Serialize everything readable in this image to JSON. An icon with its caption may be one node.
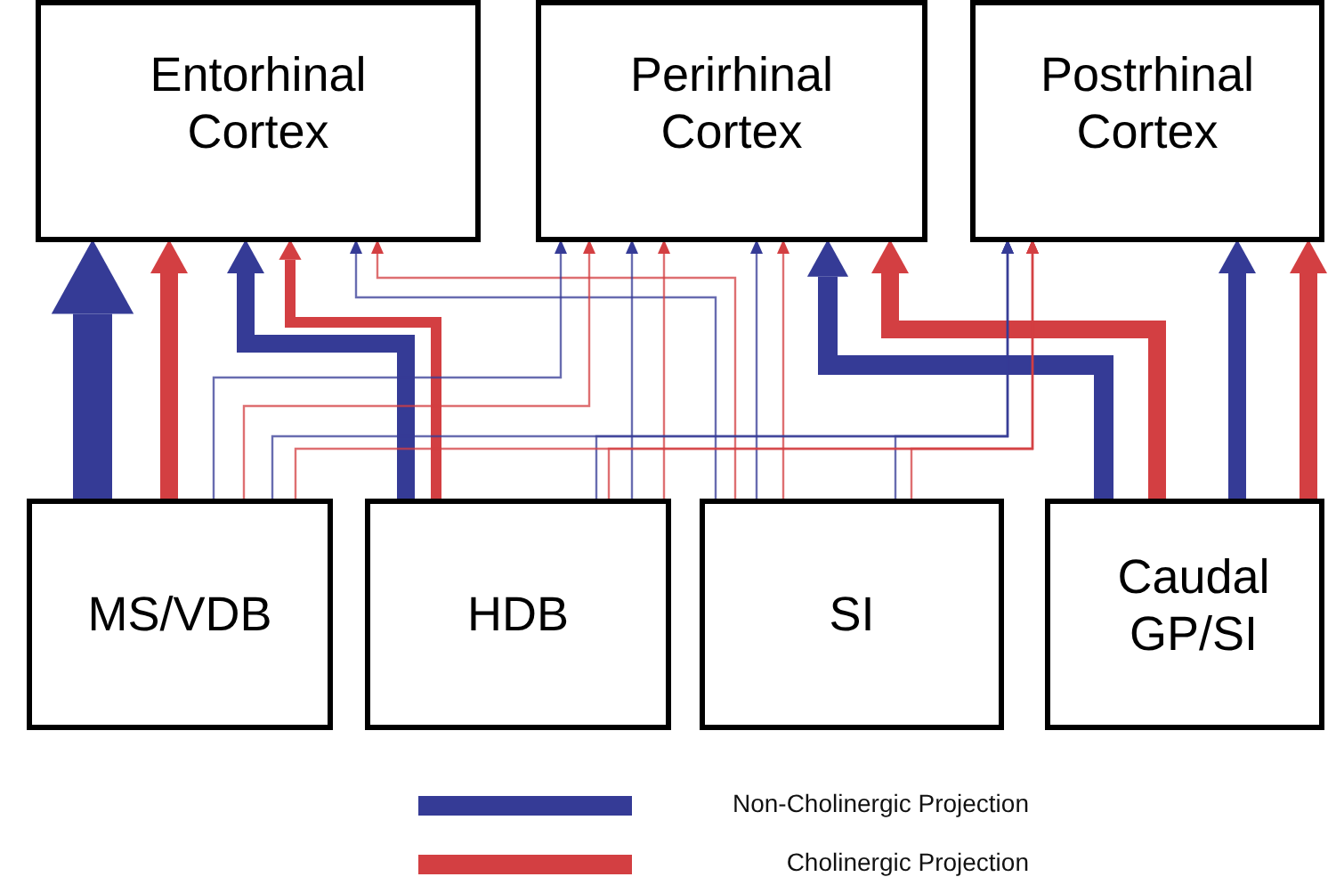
{
  "diagram": {
    "nodes": [
      {
        "text": [
          "Entorhinal Cortex"
        ]
      },
      {
        "text": [
          "Perirhinal Cortex"
        ]
      },
      {
        "text": [
          "Postrhinal Cortex"
        ]
      },
      {
        "text": [
          "MS/VDB"
        ]
      },
      {
        "text": [
          "HDB"
        ]
      },
      {
        "text": [
          "SI"
        ]
      },
      {
        "text": [
          "Caudal GP/SI"
        ]
      }
    ],
    "edges": [
      {
        "from": 3,
        "to": 0,
        "arrow": "to",
        "style": "thick",
        "color": "#353b96"
      },
      {
        "from": 3,
        "to": 0,
        "arrow": "to",
        "style": "thick",
        "color": "#d33f42"
      },
      {
        "from": 4,
        "to": 0,
        "arrow": "to",
        "style": "thick",
        "color": "#353b96"
      },
      {
        "from": 4,
        "to": 0,
        "arrow": "to",
        "style": "thick",
        "color": "#d33f42"
      },
      {
        "from": 5,
        "to": 0,
        "arrow": "to",
        "color": "#353b96"
      },
      {
        "from": 5,
        "to": 0,
        "arrow": "to",
        "color": "#d33f42"
      },
      {
        "from": 3,
        "to": 1,
        "arrow": "to",
        "color": "#353b96"
      },
      {
        "from": 3,
        "to": 1,
        "arrow": "to",
        "color": "#d33f42"
      },
      {
        "from": 4,
        "to": 1,
        "arrow": "to",
        "color": "#353b96"
      },
      {
        "from": 4,
        "to": 1,
        "arrow": "to",
        "color": "#d33f42"
      },
      {
        "from": 5,
        "to": 1,
        "arrow": "to",
        "color": "#353b96"
      },
      {
        "from": 5,
        "to": 1,
        "arrow": "to",
        "color": "#d33f42"
      },
      {
        "from": 6,
        "to": 1,
        "arrow": "to",
        "style": "thick",
        "color": "#353b96"
      },
      {
        "from": 6,
        "to": 1,
        "arrow": "to",
        "style": "thick",
        "color": "#d33f42"
      },
      {
        "from": 3,
        "to": 2,
        "arrow": "to",
        "color": "#353b96"
      },
      {
        "from": 4,
        "to": 2,
        "arrow": "to",
        "color": "#353b96"
      },
      {
        "from": 5,
        "to": 2,
        "arrow": "to",
        "color": "#353b96"
      },
      {
        "from": 3,
        "to": 2,
        "arrow": "to",
        "color": "#d33f42"
      },
      {
        "from": 4,
        "to": 2,
        "arrow": "to",
        "color": "#d33f42"
      },
      {
        "from": 5,
        "to": 2,
        "arrow": "to",
        "color": "#d33f42"
      },
      {
        "from": 6,
        "to": 2,
        "arrow": "to",
        "style": "thick",
        "color": "#353b96"
      },
      {
        "from": 6,
        "to": 2,
        "arrow": "to",
        "style": "thick",
        "color": "#d33f42"
      }
    ],
    "legend": [
      {
        "text": "Non-Cholinergic Projection",
        "color": "#353b96"
      },
      {
        "text": "Cholinergic Projection",
        "color": "#d33f42"
      }
    ]
  }
}
